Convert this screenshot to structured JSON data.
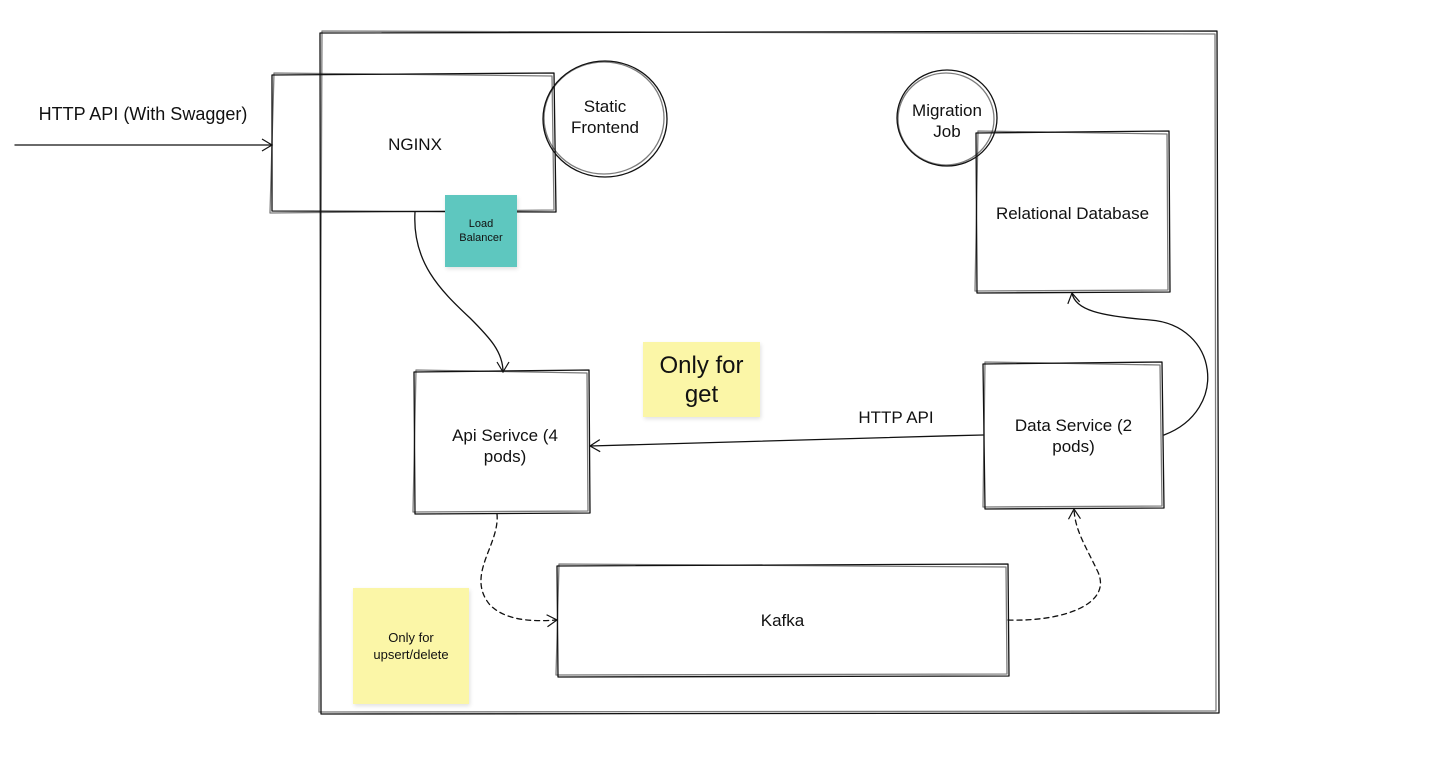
{
  "colors": {
    "stroke": "#111111",
    "load_balancer_note_bg": "#5ec7bf",
    "yellow_note_bg": "#fbf6a7"
  },
  "icons": {
    "arrow_head": "open-arrowhead"
  },
  "external": {
    "http_api_label": "HTTP API (With Swagger)"
  },
  "components": {
    "nginx": "NGINX",
    "static_frontend_line1": "Static",
    "static_frontend_line2": "Frontend",
    "migration_job_line1": "Migration",
    "migration_job_line2": "Job",
    "relational_database": "Relational Database",
    "api_service_line1": "Api Serivce (4",
    "api_service_line2": "pods)",
    "data_service_line1": "Data Service (2",
    "data_service_line2": "pods)",
    "kafka": "Kafka"
  },
  "connections": {
    "data_to_api_label": "HTTP API"
  },
  "notes": {
    "load_balancer_line1": "Load",
    "load_balancer_line2": "Balancer",
    "only_get_line1": "Only for",
    "only_get_line2": "get",
    "only_upsert_line1": "Only for",
    "only_upsert_line2": "upsert/delete"
  }
}
